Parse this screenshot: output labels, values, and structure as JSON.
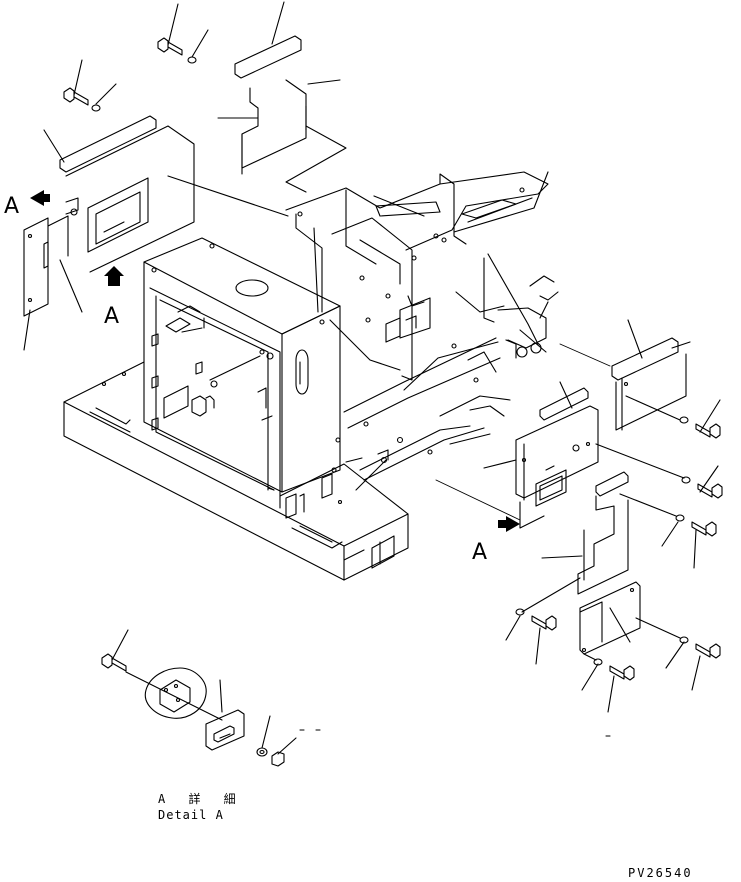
{
  "callouts": {
    "a1": "A",
    "a2": "A",
    "a3": "A"
  },
  "detail": {
    "label_jp": "A 詳 細",
    "label_en": "Detail A"
  },
  "figure_number": "PV26540"
}
